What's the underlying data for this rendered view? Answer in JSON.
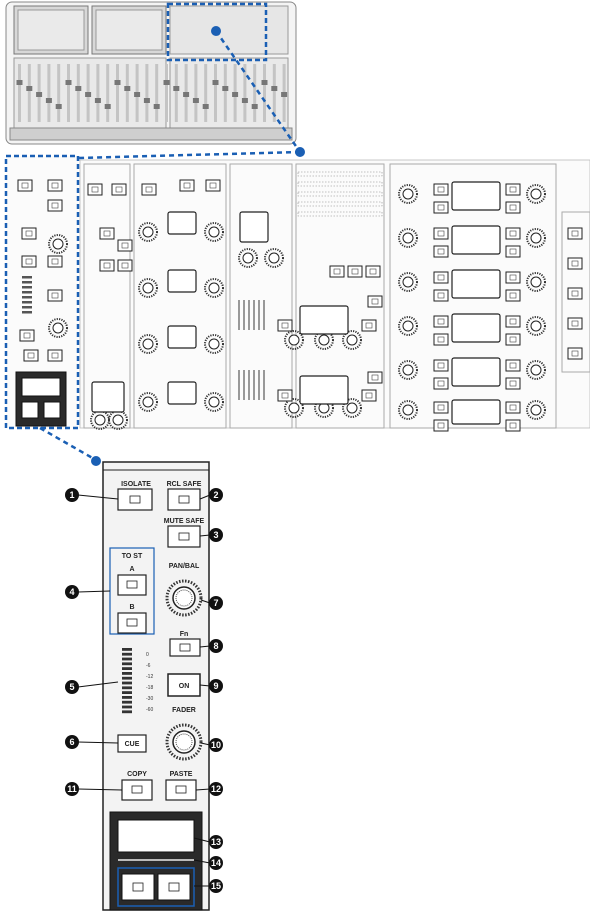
{
  "detail_panel": {
    "isolate": "ISOLATE",
    "rec_safe": "RCL SAFE",
    "mute_safe": "MUTE SAFE",
    "to_st": "TO ST",
    "to_st_a": "A",
    "to_st_b": "B",
    "pan_bal": "PAN/BAL",
    "fn": "Fn",
    "on": "ON",
    "fader": "FADER",
    "cue": "CUE",
    "copy": "COPY",
    "paste": "PASTE",
    "meter_scale": [
      "0",
      "-6",
      "-12",
      "-18",
      "-30",
      "-60"
    ]
  },
  "callouts": [
    "1",
    "2",
    "3",
    "4",
    "5",
    "6",
    "7",
    "8",
    "9",
    "10",
    "11",
    "12",
    "13",
    "14",
    "15"
  ],
  "colors": {
    "accent_blue": "#1a5fb4",
    "panel_dark": "#222222",
    "panel_light": "#f3f3f3"
  }
}
